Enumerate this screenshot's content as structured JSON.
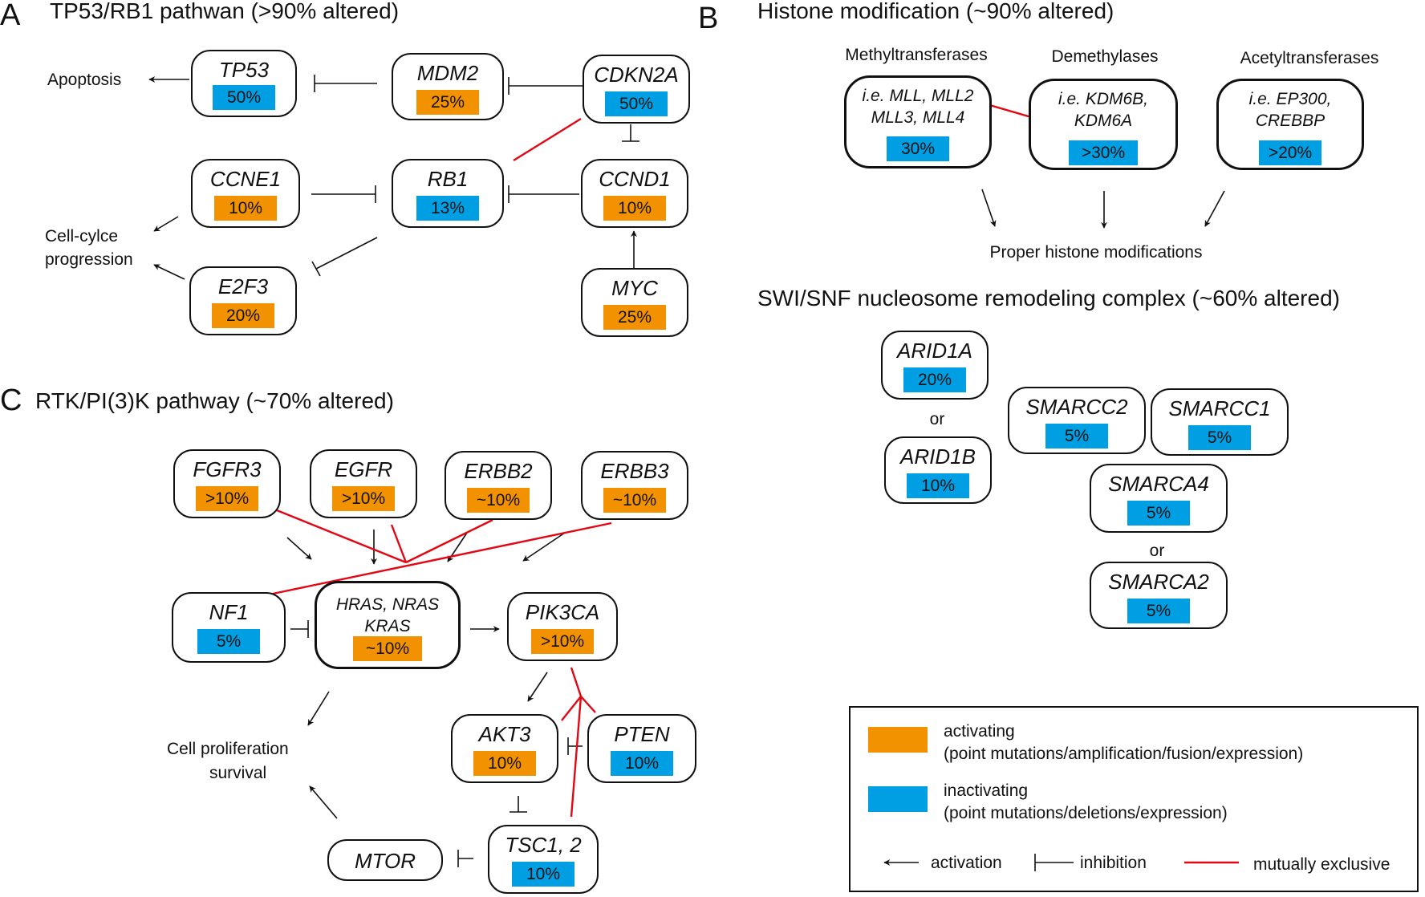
{
  "panels": {
    "A": {
      "letter": "A",
      "title": "TP53/RB1 pathwan (>90% altered)"
    },
    "B": {
      "letter": "B",
      "title": "Histone modification (~90% altered)"
    },
    "B2": {
      "title": "SWI/SNF nucleosome remodeling complex (~60% altered)"
    },
    "C": {
      "letter": "C",
      "title": "RTK/PI(3)K pathway (~70% altered)"
    }
  },
  "panelA": {
    "apoptosis": "Apoptosis",
    "cell_cycle_1": "Cell-cylce",
    "cell_cycle_2": "progression",
    "nodes": {
      "tp53": {
        "name": "TP53",
        "pct": "50%",
        "type": "inactivating"
      },
      "mdm2": {
        "name": "MDM2",
        "pct": "25%",
        "type": "activating"
      },
      "cdkn2a": {
        "name": "CDKN2A",
        "pct": "50%",
        "type": "inactivating"
      },
      "ccne1": {
        "name": "CCNE1",
        "pct": "10%",
        "type": "activating"
      },
      "rb1": {
        "name": "RB1",
        "pct": "13%",
        "type": "inactivating"
      },
      "ccnd1": {
        "name": "CCND1",
        "pct": "10%",
        "type": "activating"
      },
      "e2f3": {
        "name": "E2F3",
        "pct": "20%",
        "type": "activating"
      },
      "myc": {
        "name": "MYC",
        "pct": "25%",
        "type": "activating"
      }
    }
  },
  "panelB": {
    "methyl_header": "Methyltransferases",
    "demethyl_header": "Demethylases",
    "acetyl_header": "Acetyltransferases",
    "methyl_genes_1": "i.e. MLL, MLL2",
    "methyl_genes_2": "MLL3, MLL4",
    "methyl_pct": "30%",
    "demethyl_genes_1": "i.e. KDM6B,",
    "demethyl_genes_2": "KDM6A",
    "demethyl_pct": ">30%",
    "acetyl_genes_1": "i.e. EP300,",
    "acetyl_genes_2": "CREBBP",
    "acetyl_pct": ">20%",
    "proper": "Proper histone modifications",
    "swi": {
      "arid1a": {
        "name": "ARID1A",
        "pct": "20%"
      },
      "or1": "or",
      "arid1b": {
        "name": "ARID1B",
        "pct": "10%"
      },
      "smarcc2": {
        "name": "SMARCC2",
        "pct": "5%"
      },
      "smarcc1": {
        "name": "SMARCC1",
        "pct": "5%"
      },
      "smarca4": {
        "name": "SMARCA4",
        "pct": "5%"
      },
      "or2": "or",
      "smarca2": {
        "name": "SMARCA2",
        "pct": "5%"
      }
    }
  },
  "panelC": {
    "nodes": {
      "fgfr3": {
        "name": "FGFR3",
        "pct": ">10%"
      },
      "egfr": {
        "name": "EGFR",
        "pct": ">10%"
      },
      "erbb2": {
        "name": "ERBB2",
        "pct": "~10%"
      },
      "erbb3": {
        "name": "ERBB3",
        "pct": "~10%"
      },
      "nf1": {
        "name": "NF1",
        "pct": "5%"
      },
      "ras": {
        "name1": "HRAS, NRAS",
        "name2": "KRAS",
        "pct": "~10%"
      },
      "pik3ca": {
        "name": "PIK3CA",
        "pct": ">10%"
      },
      "akt3": {
        "name": "AKT3",
        "pct": "10%"
      },
      "pten": {
        "name": "PTEN",
        "pct": "10%"
      },
      "tsc": {
        "name": "TSC1, 2",
        "pct": "10%"
      },
      "mtor": {
        "name": "MTOR"
      }
    },
    "prolif_1": "Cell proliferation",
    "prolif_2": "survival"
  },
  "legend": {
    "activating": "activating",
    "activating_detail": "(point mutations/amplification/fusion/expression)",
    "inactivating": "inactivating",
    "inactivating_detail": "(point mutations/deletions/expression)",
    "activation": "activation",
    "inhibition": "inhibition",
    "mutually_exclusive": "mutually exclusive"
  },
  "colors": {
    "activating": "#f39200",
    "inactivating": "#009fe3",
    "mutually_exclusive": "#e30613"
  }
}
